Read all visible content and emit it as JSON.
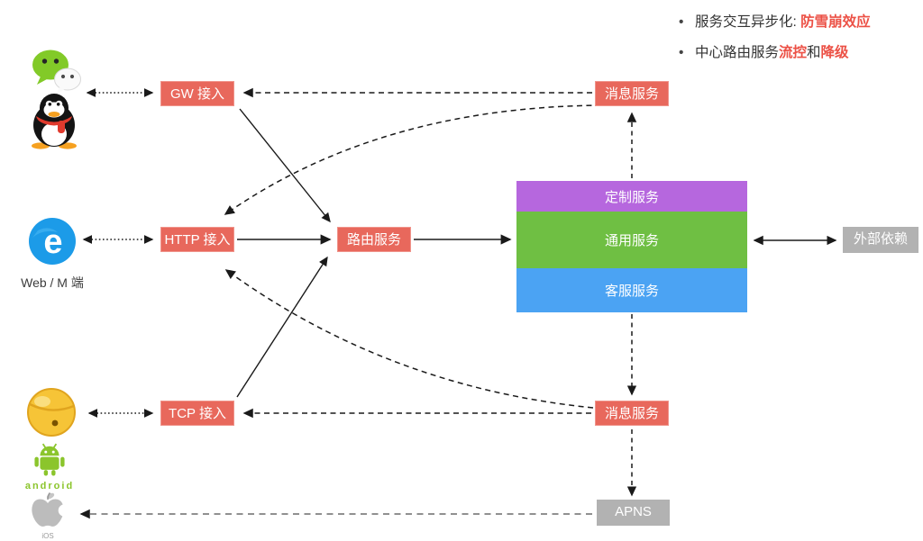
{
  "colors": {
    "red_box": "#e8685c",
    "red_box_border": "#f0948b",
    "purple": "#b667de",
    "green": "#6fbf43",
    "blue": "#4ba3f3",
    "gray": "#b2b2b2",
    "accent_text": "#ec5146",
    "arrow": "#1a1a1a",
    "text": "#333333"
  },
  "notes": [
    {
      "bullet": "•",
      "segments": [
        {
          "text": "服务交互异步化: ",
          "accent": false
        },
        {
          "text": "防雪崩效应",
          "accent": true
        }
      ]
    },
    {
      "bullet": "•",
      "segments": [
        {
          "text": "中心路由服务",
          "accent": false
        },
        {
          "text": "流控",
          "accent": true
        },
        {
          "text": "和",
          "accent": false
        },
        {
          "text": "降级",
          "accent": true
        }
      ]
    }
  ],
  "nodes": {
    "gw": {
      "label": "GW 接入"
    },
    "http": {
      "label": "HTTP 接入"
    },
    "tcp": {
      "label": "TCP 接入"
    },
    "route": {
      "label": "路由服务"
    },
    "msg_top": {
      "label": "消息服务"
    },
    "msg_bottom": {
      "label": "消息服务"
    },
    "custom": {
      "label": "定制服务"
    },
    "common": {
      "label": "通用服务"
    },
    "support": {
      "label": "客服服务"
    },
    "external": {
      "label": "外部依赖"
    },
    "apns": {
      "label": "APNS"
    }
  },
  "clients": [
    {
      "id": "wechat",
      "icon": "wechat-icon"
    },
    {
      "id": "qq",
      "icon": "qq-icon"
    },
    {
      "id": "web",
      "icon": "edge-browser-icon",
      "icon_letter": "e",
      "label": "Web / M 端"
    },
    {
      "id": "bell",
      "icon": "bell-icon"
    },
    {
      "id": "android",
      "icon": "android-robot-icon",
      "logo_text": "android"
    },
    {
      "id": "ios",
      "icon": "apple-icon",
      "label": "iOS"
    }
  ],
  "edges": [
    {
      "from": "wechat-qq-clients",
      "to": "gw",
      "style": "dotted",
      "bidirectional": true
    },
    {
      "from": "web",
      "to": "http",
      "style": "dotted",
      "bidirectional": true
    },
    {
      "from": "bell",
      "to": "tcp",
      "style": "dotted",
      "bidirectional": true
    },
    {
      "from": "gw",
      "to": "route",
      "style": "solid",
      "bidirectional": false
    },
    {
      "from": "http",
      "to": "route",
      "style": "solid",
      "bidirectional": false
    },
    {
      "from": "tcp",
      "to": "route",
      "style": "solid",
      "bidirectional": false
    },
    {
      "from": "route",
      "to": "services-stack",
      "style": "solid",
      "bidirectional": false
    },
    {
      "from": "services-stack",
      "to": "external",
      "style": "solid",
      "bidirectional": true
    },
    {
      "from": "services-stack",
      "to": "msg_top",
      "style": "dashed",
      "bidirectional": false
    },
    {
      "from": "msg_top",
      "to": "gw",
      "style": "dashed",
      "bidirectional": false
    },
    {
      "from": "msg_top",
      "to": "http",
      "style": "dashed-curve",
      "bidirectional": false
    },
    {
      "from": "services-stack",
      "to": "msg_bottom",
      "style": "dashed",
      "bidirectional": false
    },
    {
      "from": "msg_bottom",
      "to": "tcp",
      "style": "dashed",
      "bidirectional": false
    },
    {
      "from": "msg_bottom",
      "to": "http",
      "style": "dashed-curve",
      "bidirectional": false
    },
    {
      "from": "msg_bottom",
      "to": "apns",
      "style": "dashed",
      "bidirectional": false
    },
    {
      "from": "apns",
      "to": "ios",
      "style": "dashed",
      "bidirectional": false
    }
  ]
}
